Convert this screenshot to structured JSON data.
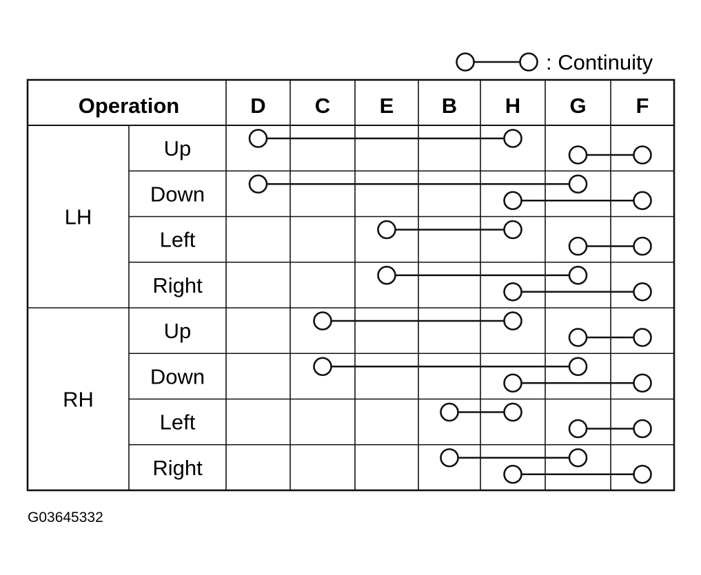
{
  "legend": {
    "text": ": Continuity"
  },
  "table": {
    "operation_header": "Operation",
    "terminals": [
      "D",
      "C",
      "E",
      "B",
      "H",
      "G",
      "F"
    ],
    "groups": [
      {
        "side": "LH",
        "rows": [
          {
            "label": "Up",
            "connections": [
              [
                "D",
                "H"
              ],
              [
                "G",
                "F"
              ]
            ]
          },
          {
            "label": "Down",
            "connections": [
              [
                "D",
                "G"
              ],
              [
                "H",
                "F"
              ]
            ]
          },
          {
            "label": "Left",
            "connections": [
              [
                "E",
                "H"
              ],
              [
                "G",
                "F"
              ]
            ]
          },
          {
            "label": "Right",
            "connections": [
              [
                "E",
                "G"
              ],
              [
                "H",
                "F"
              ]
            ]
          }
        ]
      },
      {
        "side": "RH",
        "rows": [
          {
            "label": "Up",
            "connections": [
              [
                "C",
                "H"
              ],
              [
                "G",
                "F"
              ]
            ]
          },
          {
            "label": "Down",
            "connections": [
              [
                "C",
                "G"
              ],
              [
                "H",
                "F"
              ]
            ]
          },
          {
            "label": "Left",
            "connections": [
              [
                "B",
                "H"
              ],
              [
                "G",
                "F"
              ]
            ]
          },
          {
            "label": "Right",
            "connections": [
              [
                "B",
                "G"
              ],
              [
                "H",
                "F"
              ]
            ]
          }
        ]
      }
    ]
  },
  "figure_code": "G03645332"
}
